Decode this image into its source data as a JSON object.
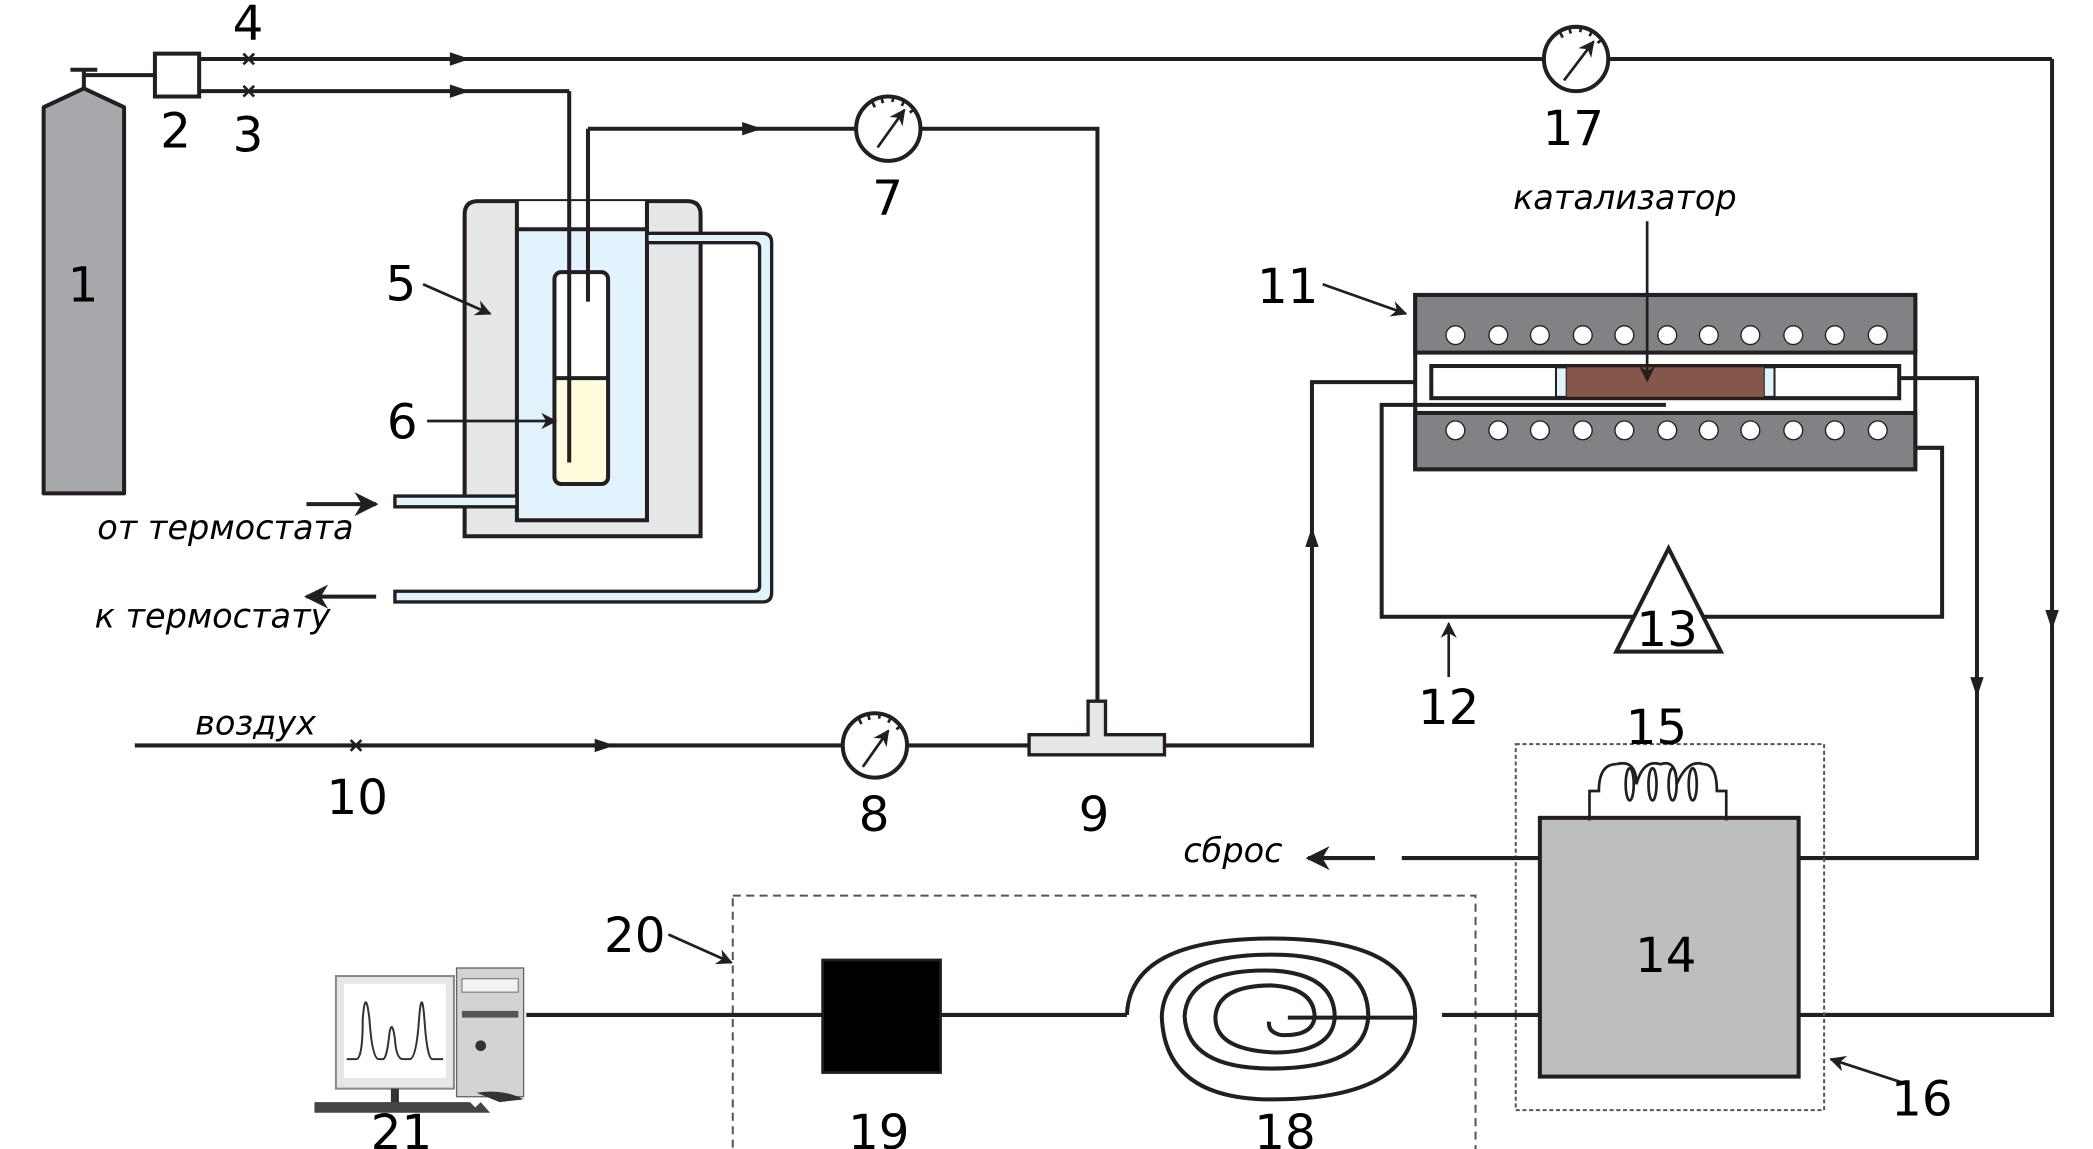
{
  "diagram": {
    "labels": {
      "n1": "1",
      "n2": "2",
      "n3": "3",
      "n4": "4",
      "n5": "5",
      "n6": "6",
      "n7": "7",
      "n8": "8",
      "n9": "9",
      "n10": "10",
      "n11": "11",
      "n12": "12",
      "n13": "13",
      "n14": "14",
      "n15": "15",
      "n16": "16",
      "n17": "17",
      "n18": "18",
      "n19": "19",
      "n20": "20",
      "n21": "21"
    },
    "text": {
      "from_thermostat": "от термостата",
      "to_thermostat": "к термостату",
      "air": "воздух",
      "catalyst": "катализатор",
      "exhaust": "сброс"
    },
    "colors": {
      "line": "#231f20",
      "cylinder": "#a7a9ac",
      "jacket": "#e6e7e8",
      "water": "#e1f3fd",
      "liquid": "#fffbdb",
      "furnace": "#808285",
      "catalyst": "#85574a",
      "valve_box": "#bcbec0"
    }
  }
}
